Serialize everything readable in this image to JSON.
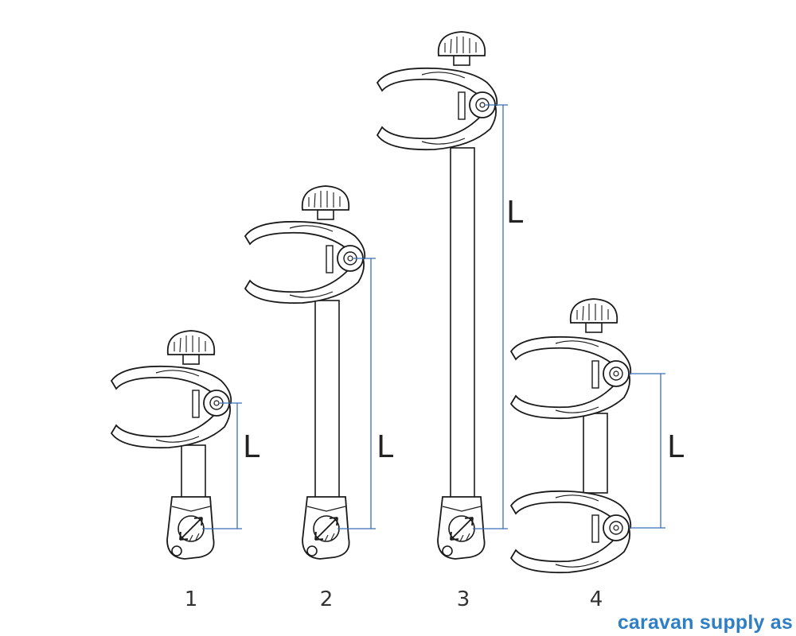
{
  "figure": {
    "items": [
      {
        "number": "1",
        "dimension_label": "L"
      },
      {
        "number": "2",
        "dimension_label": "L"
      },
      {
        "number": "3",
        "dimension_label": "L"
      },
      {
        "number": "4",
        "dimension_label": "L"
      }
    ]
  },
  "brand": {
    "text": "caravan supply as"
  },
  "colors": {
    "line": "#1a1a1a",
    "dimension": "#3b6fb6",
    "brand": "#2e7fc4"
  }
}
